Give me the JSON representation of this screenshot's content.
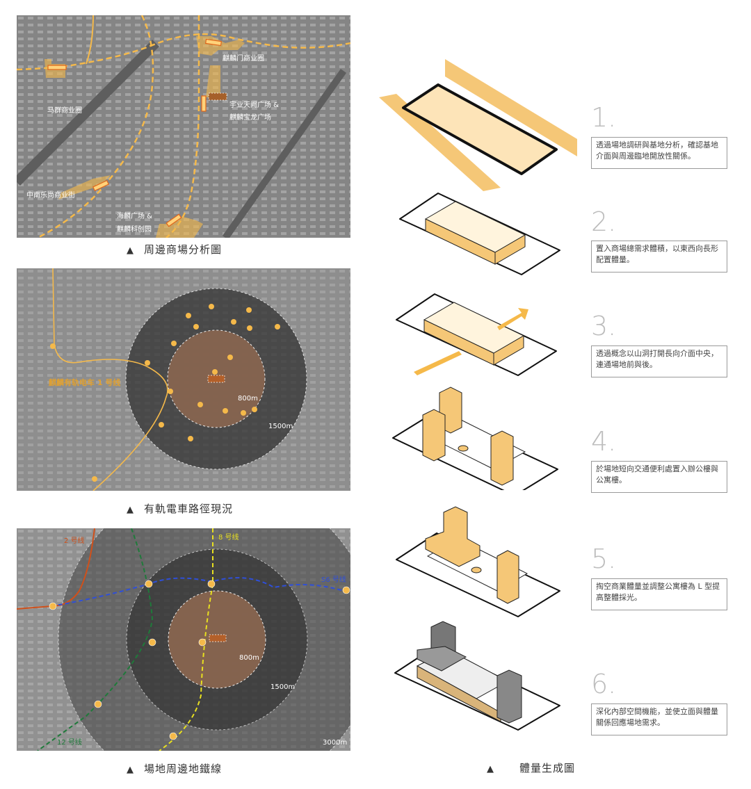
{
  "map1": {
    "caption": "周邊商場分析圖",
    "labels": [
      "麒麟门商业圈",
      "马群商业圈",
      "宇业天阙广场 &",
      "麒麟宝龙广场",
      "中南乐尚商业街",
      "海麟广场 &",
      "麒麟科创园"
    ]
  },
  "map2": {
    "caption": "有軌電車路徑現況",
    "line_label": "麒麟有轨电车 1 号线",
    "rings": [
      "800m",
      "1500m"
    ]
  },
  "map3": {
    "caption": "場地周邊地鐵線",
    "lines": [
      "2 号线",
      "8 号线",
      "S6 号线",
      "12 号线"
    ],
    "rings": [
      "800m",
      "1500m",
      "3000m"
    ],
    "colors": {
      "line2": "#d0501a",
      "line8": "#e8e020",
      "lineS6": "#2f4fd8",
      "line12": "#1f7a3a"
    }
  },
  "steps": {
    "caption": "體量生成圖",
    "items": [
      {
        "num": "1.",
        "text": "透過場地調研與基地分析，確認基地介面與周邊臨地開放性關係。"
      },
      {
        "num": "2.",
        "text": "置入商場總需求體積，以東西向長形配置體量。"
      },
      {
        "num": "3.",
        "text": "透過概念以山洞打開長向介面中央，連通場地前與後。"
      },
      {
        "num": "4.",
        "text": "於場地短向交通便利處置入辦公樓與公寓樓。"
      },
      {
        "num": "5.",
        "text": "掏空商業體量並調整公寓樓為 L 型提高整體採光。"
      },
      {
        "num": "6.",
        "text": "深化內部空間機能，並使立面與體量關係回應場地需求。"
      }
    ]
  },
  "triangle": "▲",
  "accent": "#f5b94a"
}
